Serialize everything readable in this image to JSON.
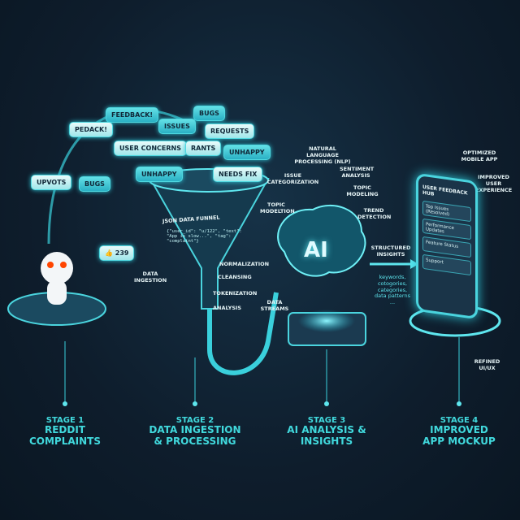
{
  "bubbles": [
    "FEEDBACK!",
    "BUGS",
    "PEDACK!",
    "ISSUES",
    "REQUESTS",
    "USER CONCERNS",
    "RANTS",
    "UNHAPPY",
    "UPVOTS",
    "BUGS",
    "UNHAPPY",
    "NEEDS FIX"
  ],
  "like_count": "239",
  "funnel": {
    "title": "JSON DATA FUNNEL",
    "code": "{\"user_id\": \"u/122\", \"text\": \"App is slow...\", \"tag\": \"complaint\"}"
  },
  "process_labels": {
    "ingestion": "DATA INGESTION",
    "steps": [
      "NORMALIZATION",
      "CLEANSING",
      "TOKENIZATION",
      "ANALYSIS"
    ],
    "streams": "DATA STREAMS"
  },
  "ai": {
    "center": "AI",
    "labels": [
      "NATURAL LANGUAGE PROCESSING (NLP)",
      "ISSUE CATEGORIZATION",
      "SENTIMENT ANALYSIS",
      "TOPIC MODELING",
      "TOPIC MODELTION",
      "TREND DETECTION"
    ],
    "insights": "STRUCTURED INSIGHTS",
    "insight_detail": "keywords, cotogories, categories, data patterns ..."
  },
  "app": {
    "labels": [
      "OPTIMIZED MOBILE APP",
      "IMPROVED USER EXPERIENCE",
      "REFINED UI/UX"
    ],
    "hub_title": "USER FEEDBACK HUB",
    "rows": [
      "Top Issues (Resolved)",
      "Performance Updates",
      "Feature Status",
      "Support"
    ]
  },
  "stages": [
    {
      "n": "STAGE 1",
      "t": "REDDIT COMPLAINTS"
    },
    {
      "n": "STAGE 2",
      "t": "DATA INGESTION & PROCESSING"
    },
    {
      "n": "STAGE 3",
      "t": "AI ANALYSIS & INSIGHTS"
    },
    {
      "n": "STAGE 4",
      "t": "IMPROVED APP MOCKUP"
    }
  ],
  "colors": {
    "accent": "#41d9dd",
    "background": "#0e1d2c"
  }
}
